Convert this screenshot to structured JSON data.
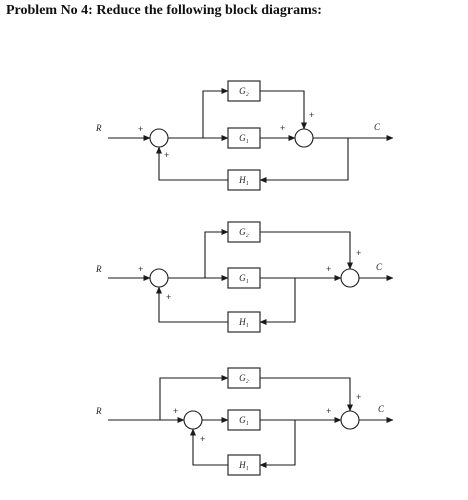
{
  "problem": {
    "title": "Problem No 4:  Reduce the following block diagrams:"
  },
  "signals": {
    "input": "R",
    "output": "C"
  },
  "blocks": {
    "g1": "G₁",
    "g2": "G₂",
    "h1": "H₁"
  },
  "signs": {
    "plus": "+"
  }
}
